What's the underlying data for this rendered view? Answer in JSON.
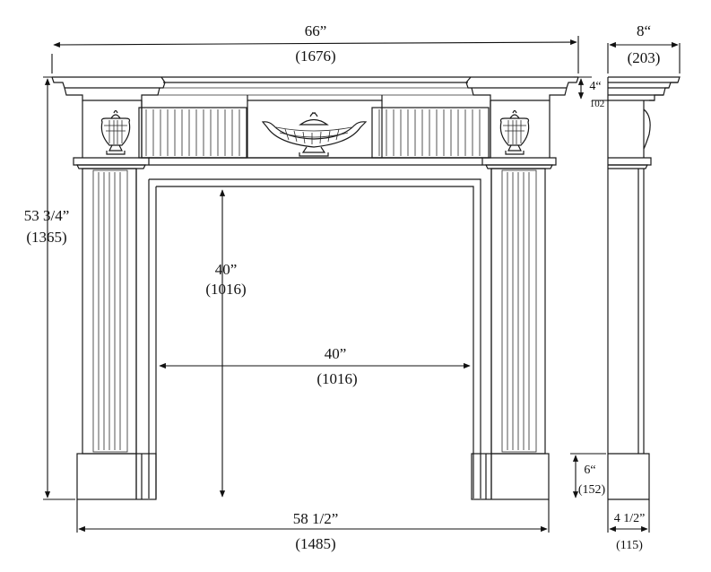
{
  "dimensions": {
    "overall_width": {
      "imperial": "66”",
      "metric": "(1676)"
    },
    "depth": {
      "imperial": "8“",
      "metric": "(203)"
    },
    "overall_height": {
      "imperial": "53 3/4”",
      "metric": "(1365)"
    },
    "shelf_thickness": {
      "imperial": "4“",
      "metric": "102"
    },
    "opening_height": {
      "imperial": "40”",
      "metric": "(1016)"
    },
    "opening_width": {
      "imperial": "40”",
      "metric": "(1016)"
    },
    "plinth_height": {
      "imperial": "6“",
      "metric": "(152)"
    },
    "base_width": {
      "imperial": "58 1/2”",
      "metric": "(1485)"
    },
    "leg_depth": {
      "imperial": "4 1/2”",
      "metric": "(115)"
    }
  }
}
